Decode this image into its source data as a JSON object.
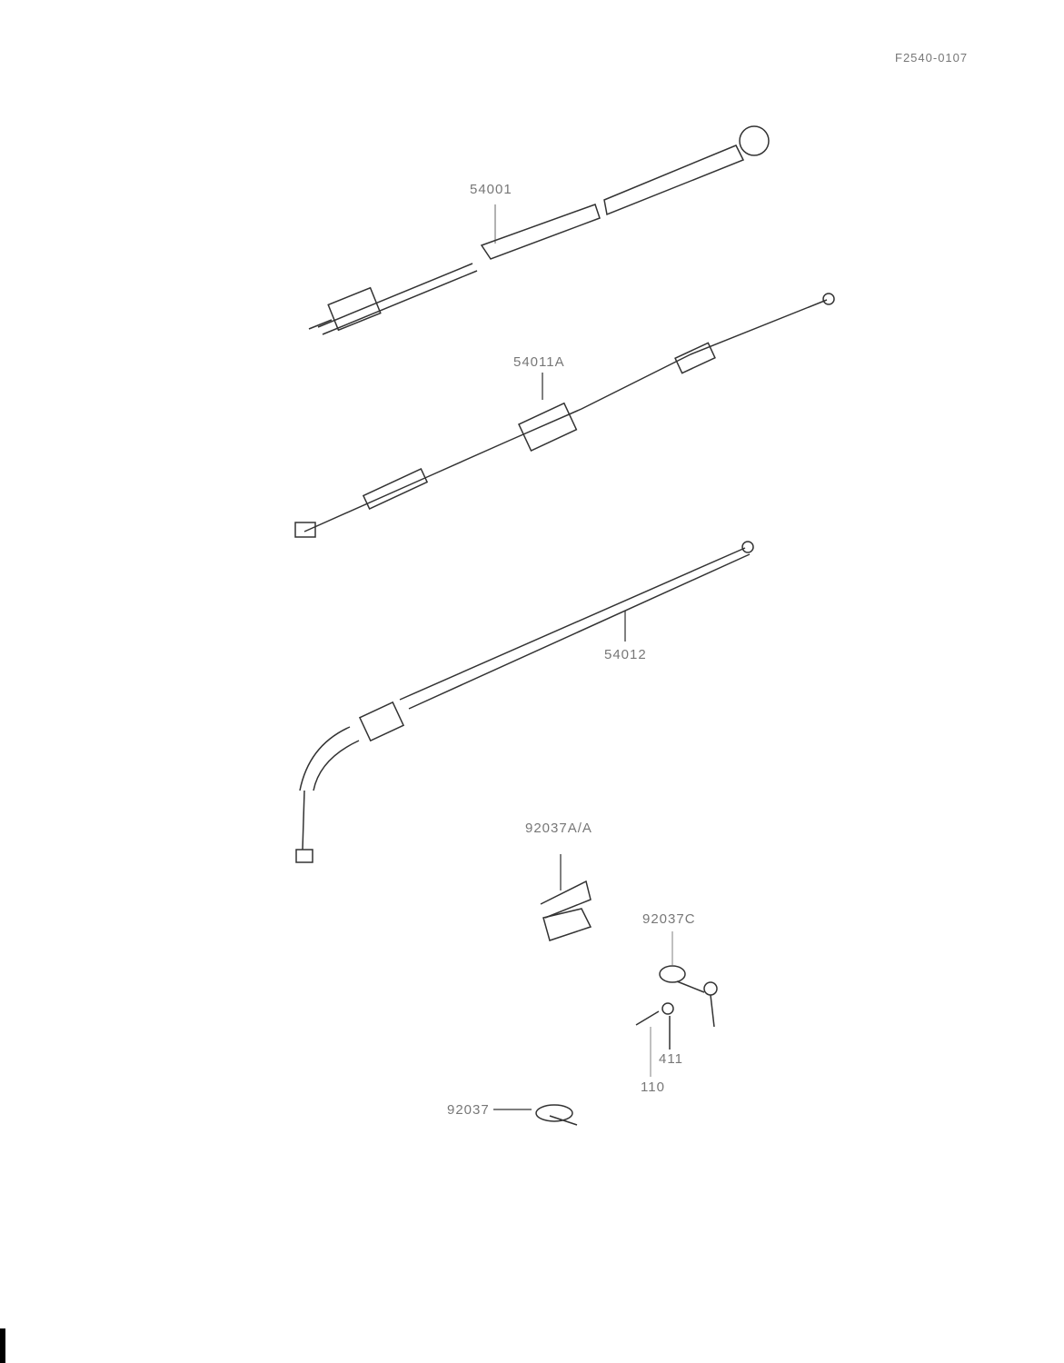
{
  "doc_code": "F2540-0107",
  "parts": {
    "speedometer_cable": "54001",
    "throttle_cable": "54011A",
    "choke_cable": "54012",
    "clamp_a": "92037A/A",
    "clamp_c": "92037C",
    "washer": "411",
    "bolt": "110",
    "clamp": "92037"
  }
}
